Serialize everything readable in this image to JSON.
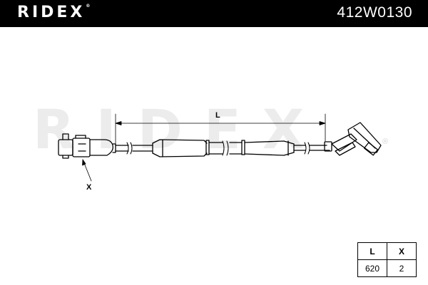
{
  "header": {
    "brand": "RIDEX",
    "brand_mark": "®",
    "part_number": "412W0130",
    "background": "#000000",
    "text_color": "#ffffff"
  },
  "watermark": {
    "text": "RIDEX",
    "mark": "®"
  },
  "diagram": {
    "dimension_labels": {
      "length": "L",
      "connector": "X"
    }
  },
  "spec_table": {
    "headers": [
      "L",
      "X"
    ],
    "values": [
      "620",
      "2"
    ]
  }
}
